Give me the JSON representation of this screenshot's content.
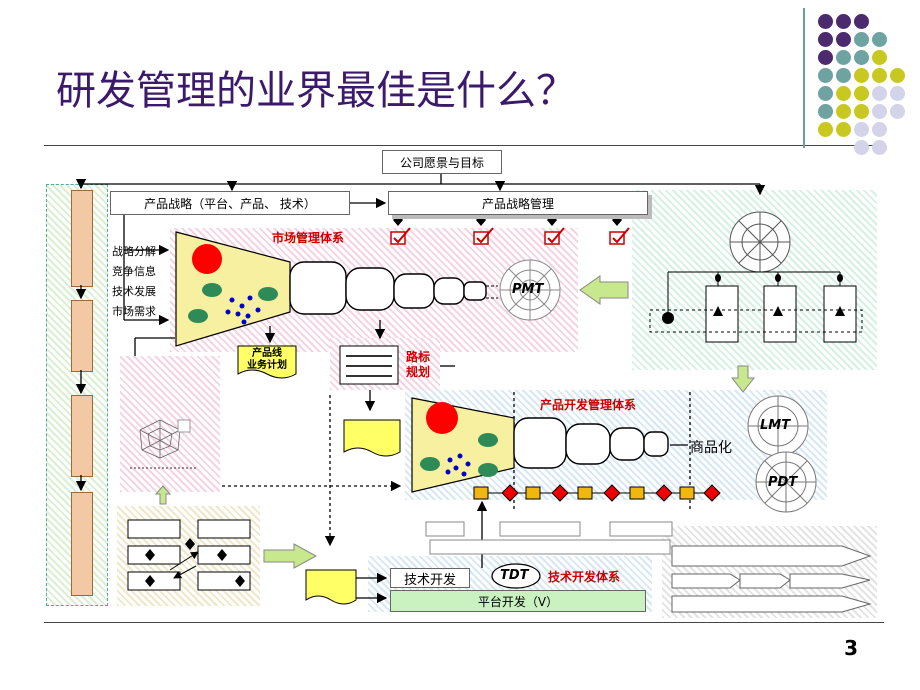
{
  "title": "研发管理的业界最佳是什么？",
  "page_number": "3",
  "colors": {
    "title": "#3b1a6b",
    "purple_dot": "#4b2a6e",
    "teal_dot": "#6fa3a1",
    "lime_dot": "#c8c820",
    "lavender_dot": "#d3d3ea"
  },
  "diagram": {
    "vision": "公司愿景与目标",
    "product_strategy": "产品战略（平台、产品、 技术）",
    "product_strategy_mgmt": "产品战略管理",
    "inputs": [
      "战略分解",
      "竞争信息",
      "技术发展",
      "市场需求"
    ],
    "market_system": "市场管理体系",
    "pmt": "PMT",
    "business_plan": "产品线\n业务计划",
    "roadmap": "路标\n规划",
    "pd_system": "产品开发管理体系",
    "commercialize": "商品化",
    "lmt": "LMT",
    "pdt": "PDT",
    "tech_dev": "技术开发",
    "tdt": "TDT",
    "tech_system": "技术开发体系",
    "platform_dev": "平台开发（V）"
  }
}
